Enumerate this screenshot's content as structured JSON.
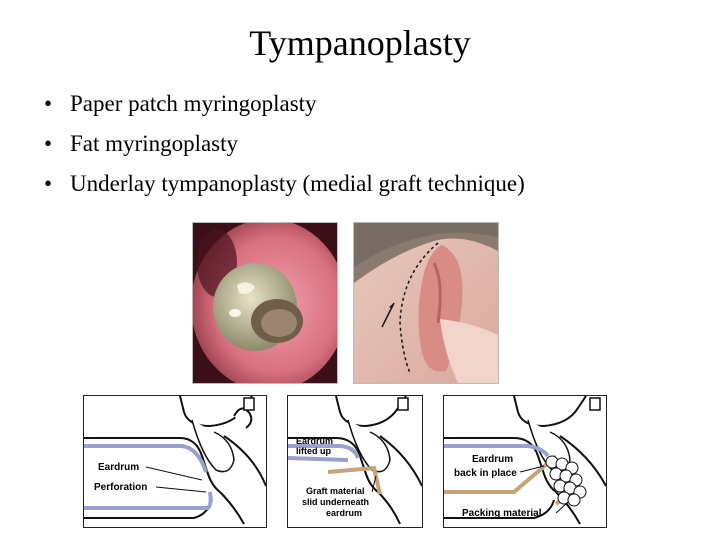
{
  "slide": {
    "title": "Tympanoplasty",
    "bullet_glyph": "•",
    "bullets": [
      "Paper patch myringoplasty",
      "Fat myringoplasty",
      "Underlay tympanoplasty (medial graft technique)"
    ]
  },
  "diagrams": [
    {
      "labels": [
        "Eardrum",
        "Perforation"
      ]
    },
    {
      "labels": [
        "Eardrum",
        "lifted up",
        "Graft material",
        "slid underneath",
        "eardrum"
      ]
    },
    {
      "labels": [
        "Eardrum",
        "back in place",
        "Packing material"
      ]
    }
  ],
  "colors": {
    "membrane": "#9aa0cf",
    "graft": "#c9a27a",
    "tissue": "#d97a88"
  }
}
